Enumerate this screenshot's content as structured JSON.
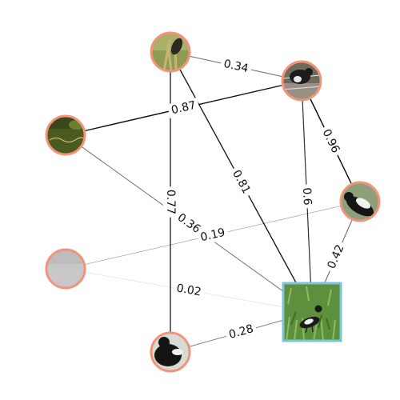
{
  "colors": {
    "node_border": "#f0957a",
    "focus_border": "#7cc3d9",
    "edge": "#000000",
    "label_bg": "#ffffff"
  },
  "nodes": [
    {
      "id": "n_top",
      "thumb": "bird-on-grass-stalk"
    },
    {
      "id": "n_right_top",
      "thumb": "bird-on-wire"
    },
    {
      "id": "n_left_top",
      "thumb": "green-watermarked-photo"
    },
    {
      "id": "n_right_mid",
      "thumb": "bird-close-up"
    },
    {
      "id": "n_left_mid",
      "thumb": "grey-blank"
    },
    {
      "id": "n_bottom",
      "thumb": "black-bird"
    },
    {
      "id": "n_focus",
      "thumb": "bird-on-lawn",
      "focus": true
    }
  ],
  "edges": [
    {
      "source": "n_top",
      "target": "n_right_top",
      "weight": "0.34",
      "strength": 0.55
    },
    {
      "source": "n_left_top",
      "target": "n_right_top",
      "weight": "0.87",
      "strength": 0.95
    },
    {
      "source": "n_right_top",
      "target": "n_right_mid",
      "weight": "0.96",
      "strength": 1.0
    },
    {
      "source": "n_top",
      "target": "n_bottom",
      "weight": "0.77",
      "strength": 0.9
    },
    {
      "source": "n_top",
      "target": "n_focus",
      "weight": "0.81",
      "strength": 0.92
    },
    {
      "source": "n_right_top",
      "target": "n_focus",
      "weight": "0.6",
      "strength": 0.8
    },
    {
      "source": "n_left_top",
      "target": "n_focus",
      "weight": "0.36",
      "strength": 0.55
    },
    {
      "source": "n_left_mid",
      "target": "n_right_mid",
      "weight": "0.19",
      "strength": 0.3
    },
    {
      "source": "n_right_mid",
      "target": "n_focus",
      "weight": "0.42",
      "strength": 0.6
    },
    {
      "source": "n_left_mid",
      "target": "n_focus",
      "weight": "0.02",
      "strength": 0.1
    },
    {
      "source": "n_bottom",
      "target": "n_focus",
      "weight": "0.28",
      "strength": 0.5
    }
  ]
}
